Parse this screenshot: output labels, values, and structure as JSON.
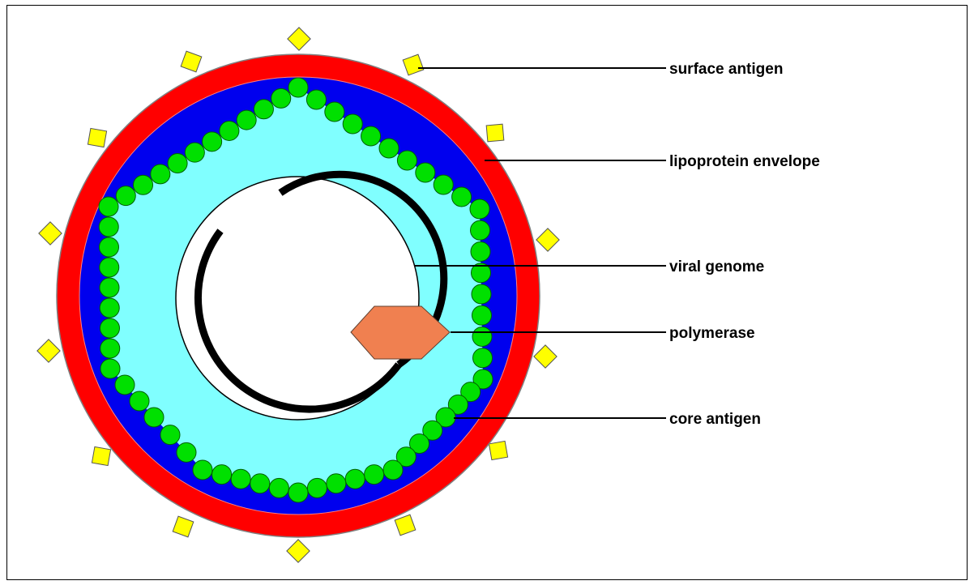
{
  "labels": {
    "surface_antigen": "surface antigen",
    "lipoprotein_envelope": "lipoprotein envelope",
    "viral_genome": "viral genome",
    "polymerase": "polymerase",
    "core_antigen": "core antigen"
  },
  "colors": {
    "envelope": "#ff0000",
    "envelope_inner": "#0000ee",
    "core": "#80ffff",
    "core_bead": "#00e000",
    "surface_antigen": "#ffff00",
    "polymerase": "#f08050",
    "genome": "#000000"
  }
}
